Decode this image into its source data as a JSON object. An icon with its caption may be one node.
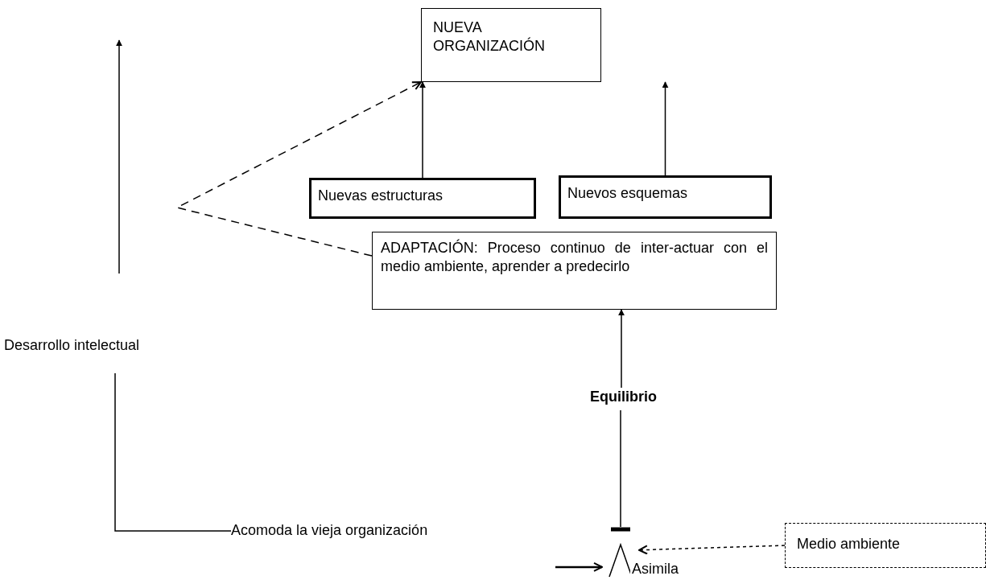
{
  "diagram": {
    "nodes": [
      {
        "text": [
          "NUEVA ORGANIZACIÓN"
        ]
      },
      {
        "text": [
          "Nuevas estructuras"
        ]
      },
      {
        "text": [
          "Nuevos esquemas"
        ]
      },
      {
        "text": [
          "ADAPTACIÓN: Proceso continuo de inter-actuar con el medio ambiente, aprender a predecirlo"
        ]
      },
      {
        "text": [
          "Desarrollo intelectual"
        ]
      },
      {
        "text": [
          "Equilibrio"
        ]
      },
      {
        "text": [
          "Acomoda la vieja organización"
        ]
      },
      {
        "text": [
          "Medio ambiente"
        ]
      },
      {
        "text": [],
        "shape": "picture"
      }
    ],
    "edges": [
      {
        "from": 4,
        "to": null,
        "arrow": "to"
      },
      {
        "from": 3,
        "to": 0,
        "arrow": "to",
        "style": "dashed"
      },
      {
        "from": 1,
        "to": 0,
        "arrow": "to"
      },
      {
        "from": 2,
        "to": 0,
        "arrow": "to"
      },
      {
        "from": 5,
        "to": 3,
        "arrow": "to"
      },
      {
        "from": 8,
        "to": 5,
        "arrow": "none"
      },
      {
        "from": 4,
        "to": 6,
        "arrow": "none"
      },
      {
        "from": null,
        "to": 8,
        "arrow": "to"
      },
      {
        "from": 7,
        "to": 8,
        "arrow": "to",
        "label": "Asimila",
        "style": "dashed"
      }
    ]
  }
}
